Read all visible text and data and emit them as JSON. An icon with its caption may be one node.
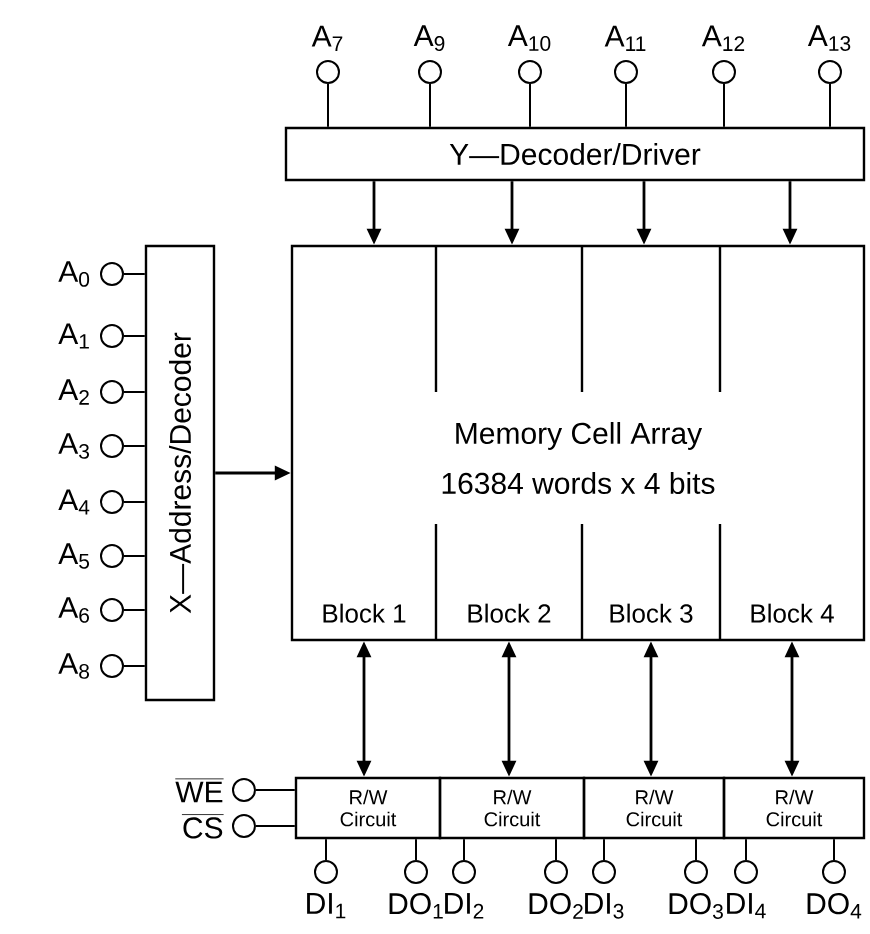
{
  "diagram": {
    "nodes": [
      {
        "text": [],
        "shape": "circle",
        "beside": [
          "A$_{7}$"
        ]
      },
      {
        "text": [],
        "shape": "circle",
        "beside": [
          "A$_{9}$"
        ]
      },
      {
        "text": [],
        "shape": "circle",
        "beside": [
          "A$_{10}$"
        ]
      },
      {
        "text": [],
        "shape": "circle",
        "beside": [
          "A$_{11}$"
        ]
      },
      {
        "text": [],
        "shape": "circle",
        "beside": [
          "A$_{12}$"
        ]
      },
      {
        "text": [],
        "shape": "circle",
        "beside": [
          "A$_{13}$"
        ]
      },
      {
        "text": [
          "Y—Decoder/Driver"
        ]
      },
      {
        "text": [],
        "shape": "circle",
        "beside": [
          "A$_{0}$"
        ]
      },
      {
        "text": [],
        "shape": "circle",
        "beside": [
          "A$_{1}$"
        ]
      },
      {
        "text": [],
        "shape": "circle",
        "beside": [
          "A$_{2}$"
        ]
      },
      {
        "text": [],
        "shape": "circle",
        "beside": [
          "A$_{3}$"
        ]
      },
      {
        "text": [],
        "shape": "circle",
        "beside": [
          "A$_{4}$"
        ]
      },
      {
        "text": [],
        "shape": "circle",
        "beside": [
          "A$_{5}$"
        ]
      },
      {
        "text": [],
        "shape": "circle",
        "beside": [
          "A$_{6}$"
        ]
      },
      {
        "text": [],
        "shape": "circle",
        "beside": [
          "A$_{8}$"
        ]
      },
      {
        "text": [
          "X—Address/Decoder"
        ]
      },
      {
        "text": [
          "Memory Cell Array",
          "16384 words x 4 bits"
        ]
      },
      {
        "text": [
          "Block 1"
        ],
        "in": 16
      },
      {
        "text": [
          "Block 2"
        ],
        "in": 16
      },
      {
        "text": [
          "Block 3"
        ],
        "in": 16
      },
      {
        "text": [
          "Block 4"
        ],
        "in": 16
      },
      {
        "text": [],
        "shape": "circle",
        "beside": [
          "WE"
        ]
      },
      {
        "text": [],
        "shape": "circle",
        "beside": [
          "CS"
        ]
      },
      {
        "text": [
          "R/W Circuit"
        ]
      },
      {
        "text": [
          "R/W Circuit"
        ]
      },
      {
        "text": [
          "R/W Circuit"
        ]
      },
      {
        "text": [
          "R/W Circuit"
        ]
      },
      {
        "text": [],
        "shape": "circle",
        "beside": [
          "DI$_{1}$"
        ]
      },
      {
        "text": [],
        "shape": "circle",
        "beside": [
          "DO$_{1}$"
        ]
      },
      {
        "text": [],
        "shape": "circle",
        "beside": [
          "DI$_{2}$"
        ]
      },
      {
        "text": [],
        "shape": "circle",
        "beside": [
          "DO$_{2}$"
        ]
      },
      {
        "text": [],
        "shape": "circle",
        "beside": [
          "DI$_{3}$"
        ]
      },
      {
        "text": [],
        "shape": "circle",
        "beside": [
          "DO$_{3}$"
        ]
      },
      {
        "text": [],
        "shape": "circle",
        "beside": [
          "DI$_{4}$"
        ]
      },
      {
        "text": [],
        "shape": "circle",
        "beside": [
          "DO$_{4}$"
        ]
      }
    ],
    "edges": [
      {
        "from": 0,
        "to": 6,
        "arrow": "none"
      },
      {
        "from": 1,
        "to": 6,
        "arrow": "none"
      },
      {
        "from": 2,
        "to": 6,
        "arrow": "none"
      },
      {
        "from": 3,
        "to": 6,
        "arrow": "none"
      },
      {
        "from": 4,
        "to": 6,
        "arrow": "none"
      },
      {
        "from": 5,
        "to": 6,
        "arrow": "none"
      },
      {
        "from": 7,
        "to": 15,
        "arrow": "none"
      },
      {
        "from": 8,
        "to": 15,
        "arrow": "none"
      },
      {
        "from": 9,
        "to": 15,
        "arrow": "none"
      },
      {
        "from": 10,
        "to": 15,
        "arrow": "none"
      },
      {
        "from": 11,
        "to": 15,
        "arrow": "none"
      },
      {
        "from": 12,
        "to": 15,
        "arrow": "none"
      },
      {
        "from": 13,
        "to": 15,
        "arrow": "none"
      },
      {
        "from": 14,
        "to": 15,
        "arrow": "none"
      },
      {
        "from": 6,
        "to": 16,
        "arrow": "to"
      },
      {
        "from": 6,
        "to": 16,
        "arrow": "to"
      },
      {
        "from": 6,
        "to": 16,
        "arrow": "to"
      },
      {
        "from": 6,
        "to": 16,
        "arrow": "to"
      },
      {
        "from": 15,
        "to": 16,
        "arrow": "to"
      },
      {
        "from": 17,
        "to": 23,
        "arrow": "both"
      },
      {
        "from": 18,
        "to": 24,
        "arrow": "both"
      },
      {
        "from": 19,
        "to": 25,
        "arrow": "both"
      },
      {
        "from": 20,
        "to": 26,
        "arrow": "both"
      },
      {
        "from": 21,
        "to": 23,
        "arrow": "none"
      },
      {
        "from": 22,
        "to": 23,
        "arrow": "none"
      },
      {
        "from": 27,
        "to": 23,
        "arrow": "none"
      },
      {
        "from": 28,
        "to": 23,
        "arrow": "none"
      },
      {
        "from": 29,
        "to": 24,
        "arrow": "none"
      },
      {
        "from": 30,
        "to": 24,
        "arrow": "none"
      },
      {
        "from": 31,
        "to": 25,
        "arrow": "none"
      },
      {
        "from": 32,
        "to": 25,
        "arrow": "none"
      },
      {
        "from": 33,
        "to": 26,
        "arrow": "none"
      },
      {
        "from": 34,
        "to": 26,
        "arrow": "none"
      }
    ]
  }
}
